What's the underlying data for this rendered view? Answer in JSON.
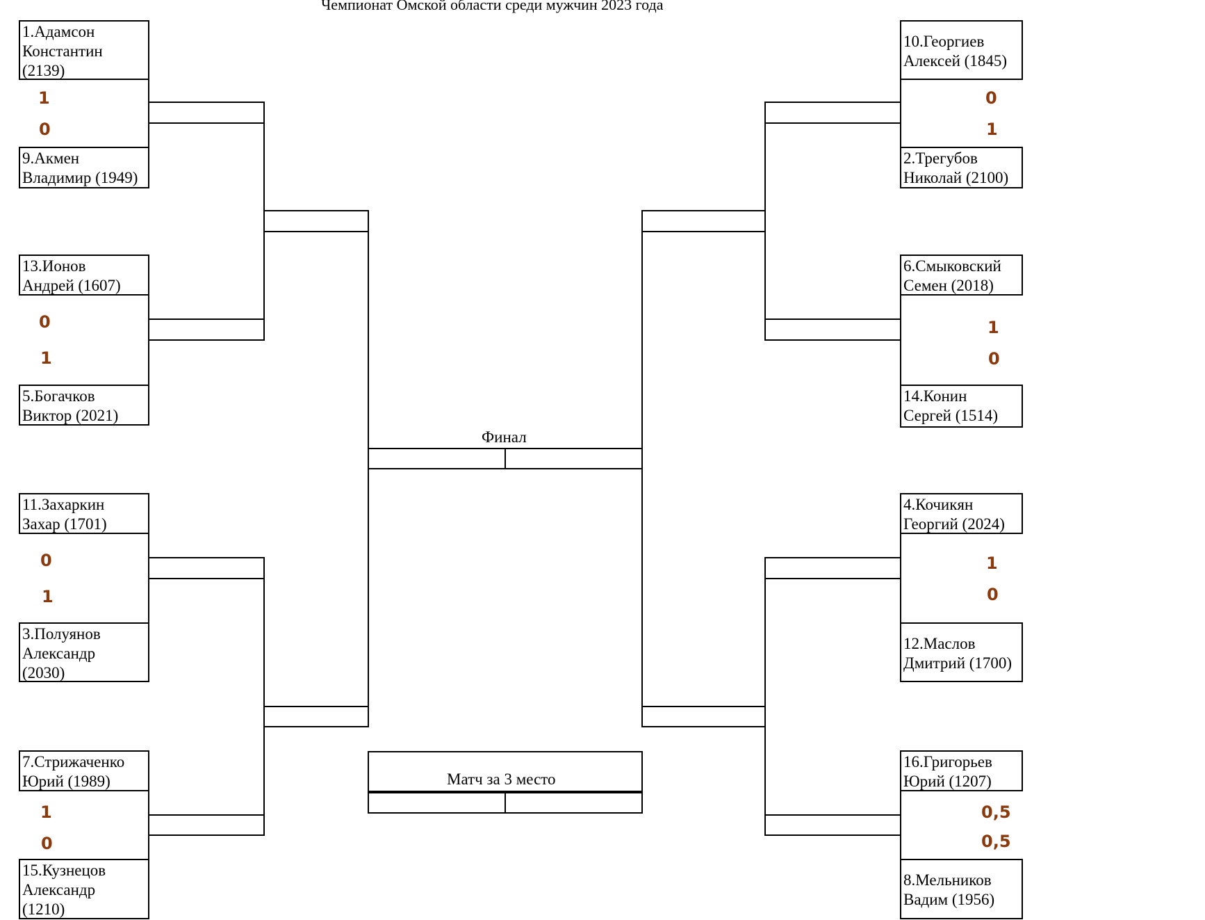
{
  "title": "Чемпионат Омской области среди мужчин 2023 года",
  "final_label": "Финал",
  "third_place_label": "Матч за 3 место",
  "left": [
    {
      "p1": "1.Адамсон\nКонстантин\n(2139)",
      "p2": "9.Акмен\nВладимир (1949)",
      "s1": "1",
      "s2": "0"
    },
    {
      "p1": "13.Ионов\nАндрей (1607)",
      "p2": "5.Богачков\nВиктор (2021)",
      "s1": "0",
      "s2": "1"
    },
    {
      "p1": "11.Захаркин\nЗахар (1701)",
      "p2": "3.Полуянов\nАлександр\n(2030)",
      "s1": "0",
      "s2": "1"
    },
    {
      "p1": "7.Стрижаченко\nЮрий (1989)",
      "p2": "15.Кузнецов\nАлександр\n(1210)",
      "s1": "1",
      "s2": "0"
    }
  ],
  "right": [
    {
      "p1": "10.Георгиев\nАлексей (1845)",
      "p2": "2.Трегубов\nНиколай (2100)",
      "s1": "0",
      "s2": "1"
    },
    {
      "p1": "6.Смыковский\nСемен (2018)",
      "p2": "14.Конин\nСергей (1514)",
      "s1": "1",
      "s2": "0"
    },
    {
      "p1": "4.Кочикян\nГеоргий (2024)",
      "p2": "12.Маслов\nДмитрий (1700)",
      "s1": "1",
      "s2": "0"
    },
    {
      "p1": "16.Григорьев\nЮрий (1207)",
      "p2": "8.Мельников\nВадим (1956)",
      "s1": "0,5",
      "s2": "0,5"
    }
  ]
}
